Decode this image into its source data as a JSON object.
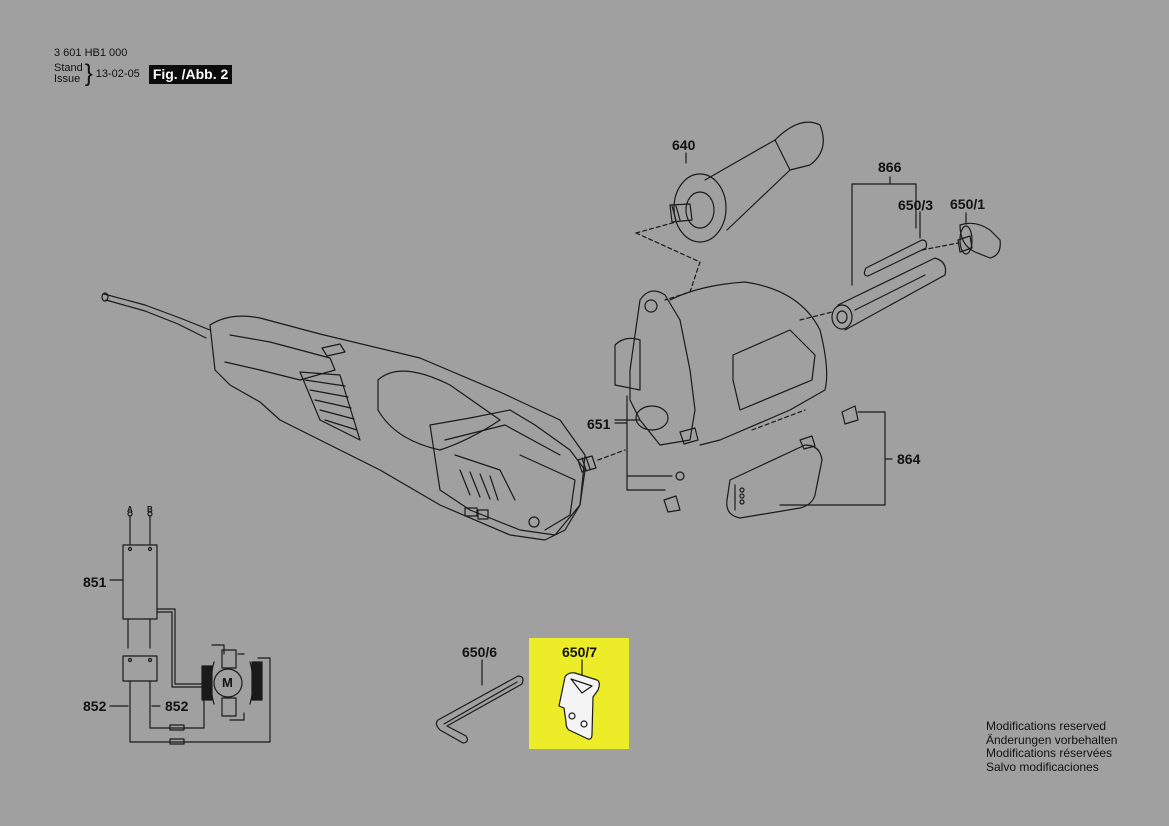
{
  "header": {
    "part_number": "3 601 HB1 000",
    "stand_label": "Stand",
    "issue_label": "Issue",
    "date": "13-02-05",
    "figure_label": "Fig. /Abb. 2"
  },
  "callouts": {
    "c640": "640",
    "c866": "866",
    "c650_3": "650/3",
    "c650_1": "650/1",
    "c651": "651",
    "c864": "864",
    "c851": "851",
    "c852a": "852",
    "c852b": "852",
    "c650_6": "650/6",
    "c650_7": "650/7",
    "terminal_a": "A",
    "terminal_b": "B",
    "motor": "M"
  },
  "highlight": {
    "part": "650/7",
    "color": "#ecec28"
  },
  "notes": [
    "Modifications reserved",
    "Änderungen vorbehalten",
    "Modifications réservées",
    "Salvo modificaciones"
  ],
  "colors": {
    "background": "#a0a0a0",
    "line": "#1a1a1a",
    "highlight": "#ecec28"
  }
}
